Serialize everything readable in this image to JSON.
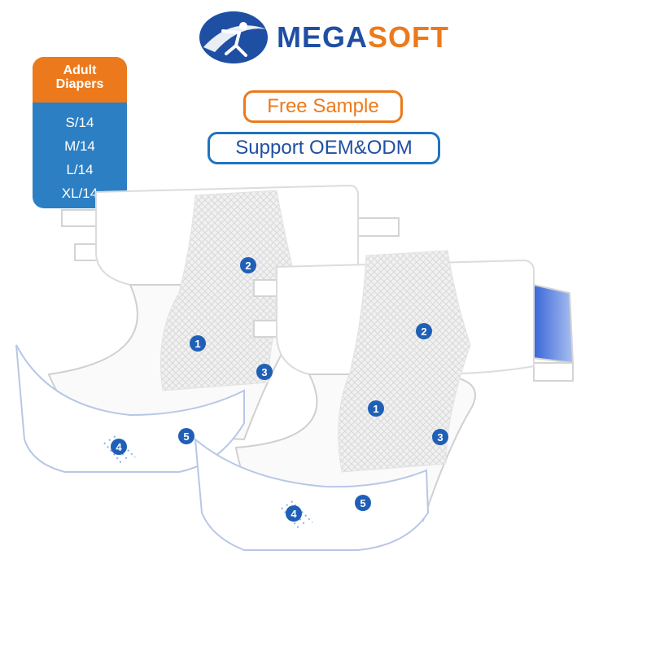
{
  "brand": {
    "part1": "MEGA",
    "part2": "SOFT",
    "primary_color": "#1f4fa3",
    "accent_color": "#ec7a1c",
    "logo_icon": "running-person-icon"
  },
  "size_card": {
    "title_line1": "Adult",
    "title_line2": "Diapers",
    "sizes": [
      "S/14",
      "M/14",
      "L/14",
      "XL/14"
    ],
    "header_color": "#ec7a1c",
    "body_color": "#2d7fc3"
  },
  "badges": {
    "free_sample": "Free Sample",
    "oem": "Support OEM&ODM"
  },
  "feature_markers": {
    "left": [
      "1",
      "2",
      "3",
      "4",
      "5"
    ],
    "right": [
      "1",
      "2",
      "3",
      "4",
      "5"
    ]
  }
}
